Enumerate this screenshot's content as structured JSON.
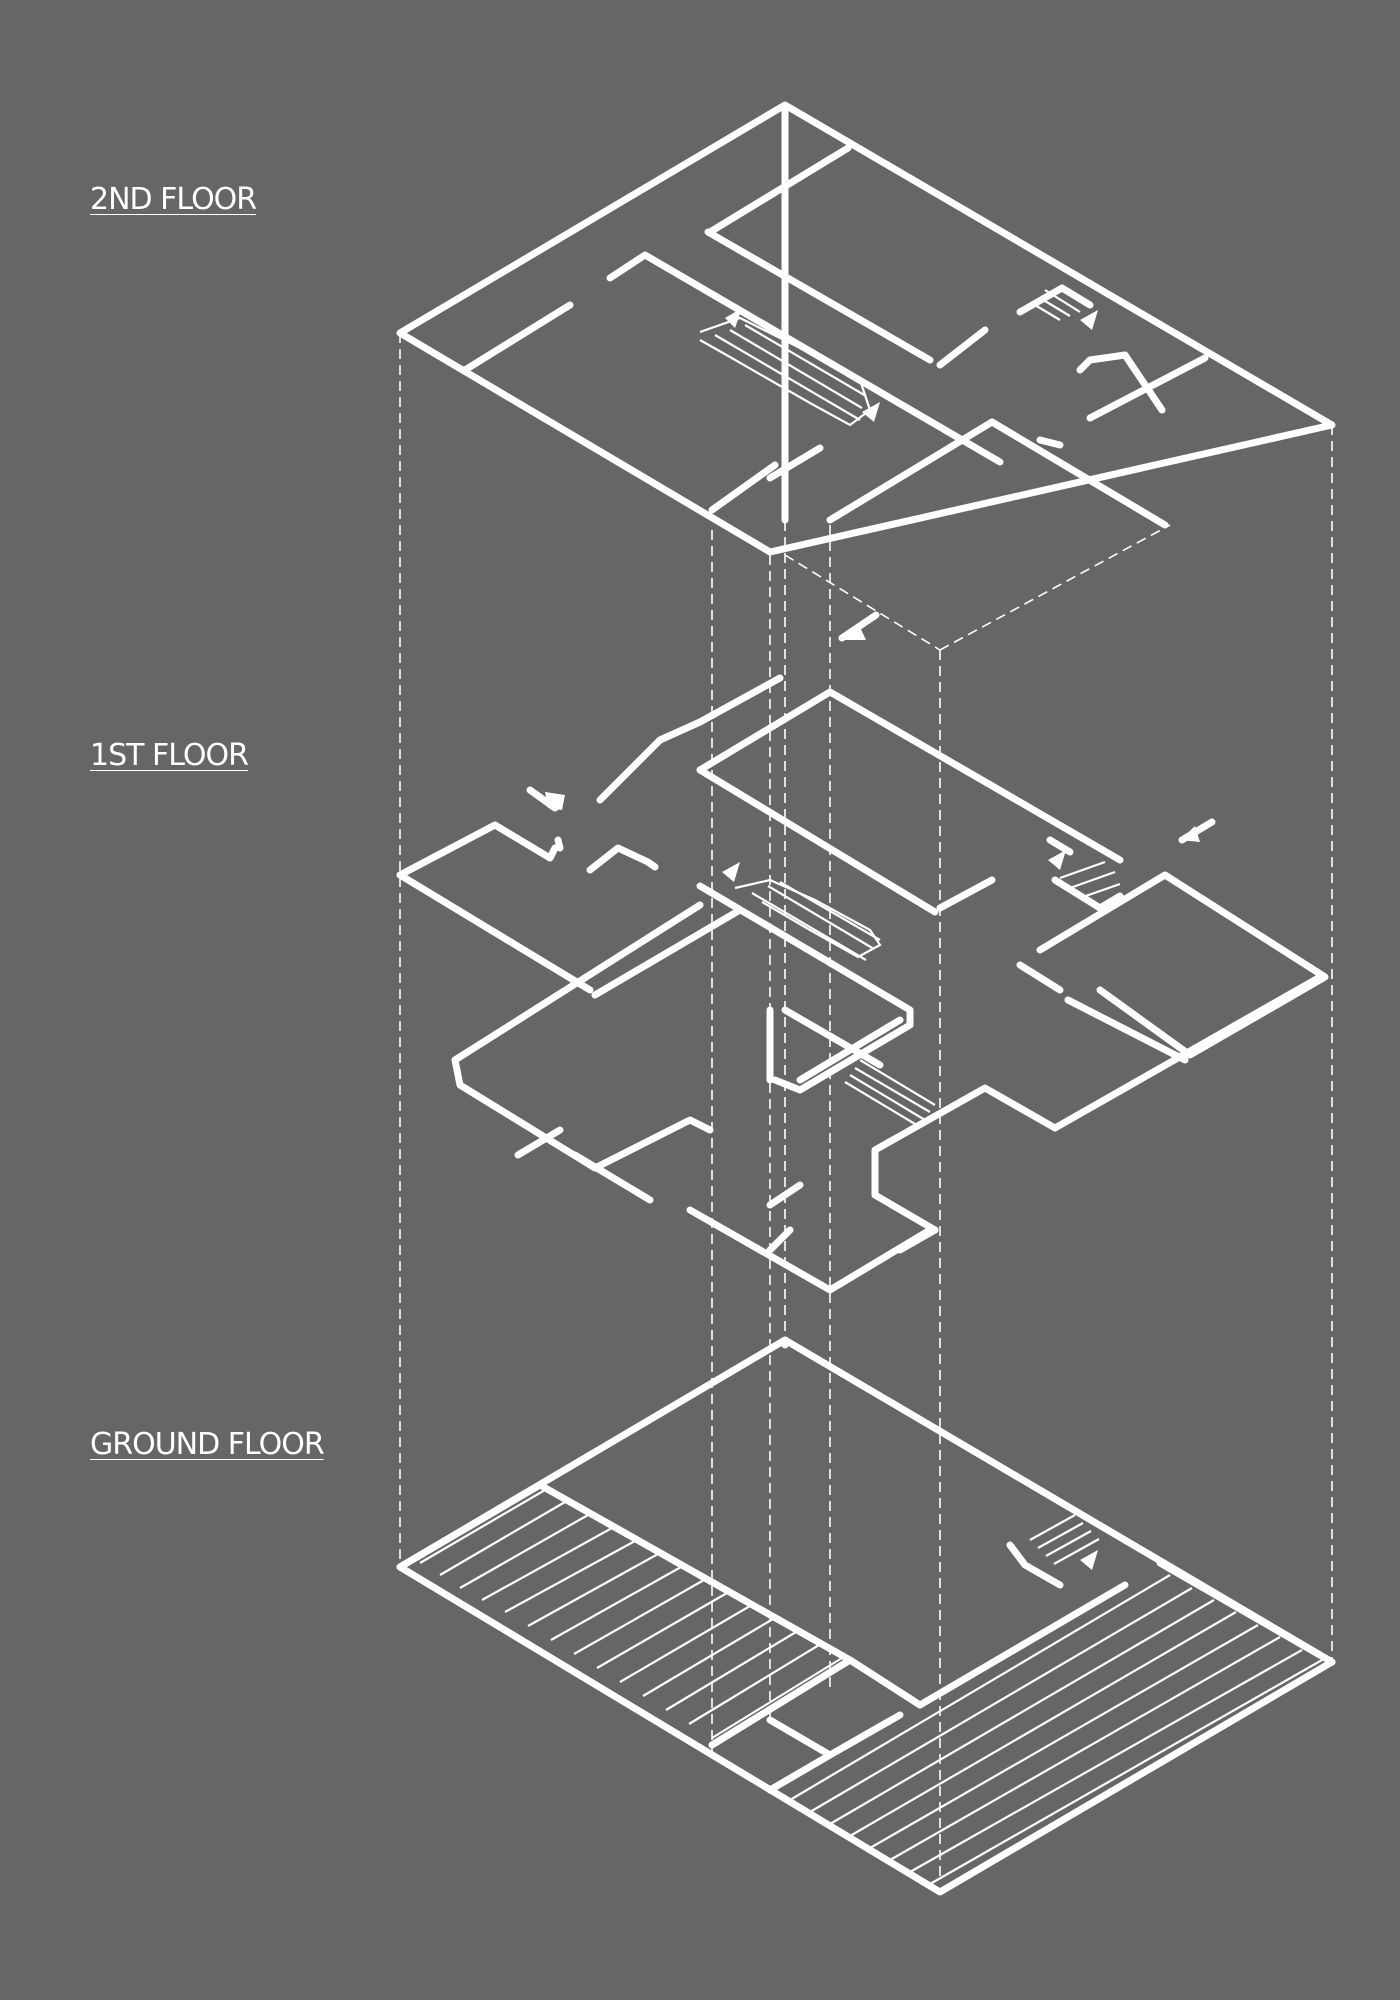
{
  "floors": {
    "second": "2ND FLOOR",
    "first": "1ST FLOOR",
    "ground": "GROUND FLOOR"
  },
  "colors": {
    "background": "#666666",
    "lines": "#ffffff"
  }
}
